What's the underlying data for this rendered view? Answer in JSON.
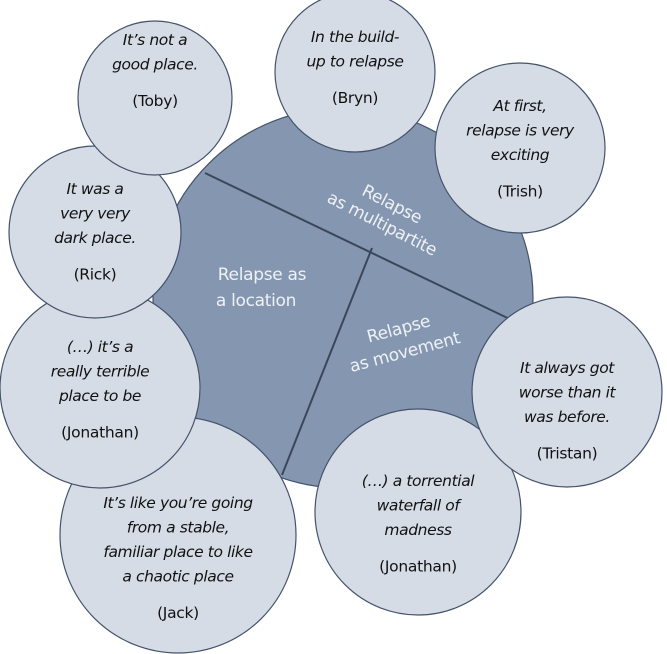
{
  "colors": {
    "center_fill": "#8597b0",
    "bubble_fill": "#d6dce6",
    "stroke": "#44536b",
    "theme_text": "#eef1f6",
    "quote_text": "#111111"
  },
  "themes": [
    {
      "id": "multipartite",
      "lines": [
        "Relapse",
        "as multipartite"
      ]
    },
    {
      "id": "location",
      "lines": [
        "Relapse as",
        "a location"
      ]
    },
    {
      "id": "movement",
      "lines": [
        "Relapse",
        "as movement"
      ]
    }
  ],
  "quotes": [
    {
      "id": "toby",
      "lines": [
        "It’s not a",
        "good place."
      ],
      "author": "(Toby)"
    },
    {
      "id": "bryn",
      "lines": [
        "In the build-",
        "up to relapse"
      ],
      "author": "(Bryn)"
    },
    {
      "id": "trish",
      "lines": [
        "At first,",
        "relapse is very",
        "exciting"
      ],
      "author": "(Trish)"
    },
    {
      "id": "rick",
      "lines": [
        "It was a",
        "very very",
        "dark place."
      ],
      "author": "(Rick)"
    },
    {
      "id": "jonathan-1",
      "lines": [
        "(…) it’s a",
        "really terrible",
        "place to be"
      ],
      "author": "(Jonathan)"
    },
    {
      "id": "jack",
      "lines": [
        "It’s like you’re going",
        "from a stable,",
        "familiar place to like",
        "a chaotic place"
      ],
      "author": "(Jack)"
    },
    {
      "id": "jonathan-2",
      "lines": [
        "(…) a torrential",
        "waterfall of",
        "madness"
      ],
      "author": "(Jonathan)"
    },
    {
      "id": "tristan",
      "lines": [
        "It always got",
        "worse than it",
        "was before."
      ],
      "author": "(Tristan)"
    }
  ]
}
